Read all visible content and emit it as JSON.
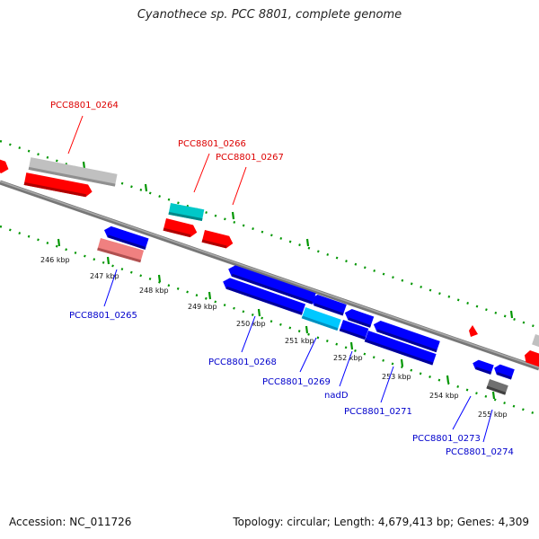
{
  "title": "Cyanothece sp. PCC 8801, complete genome",
  "accession": "Accession: NC_011726",
  "stats": "Topology: circular; Length: 4,679,413 bp; Genes: 4,309",
  "colors": {
    "forward": "#ff0000",
    "reverse": "#0000ff",
    "rna": "#00c8c8",
    "pseudo_forward": "#c0c0c0",
    "pseudo_reverse": "#f08080",
    "other": "#707070",
    "tick": "#009600",
    "backbone": "#777777"
  },
  "scale_labels": [
    "246 kbp",
    "247 kbp",
    "248 kbp",
    "249 kbp",
    "250 kbp",
    "251 kbp",
    "252 kbp",
    "253 kbp",
    "254 kbp",
    "255 kbp"
  ],
  "labels": {
    "top": [
      "PCC8801_0264",
      "PCC8801_0266",
      "PCC8801_0267"
    ],
    "bottom": [
      "PCC8801_0265",
      "PCC8801_0268",
      "PCC8801_0269",
      "nadD",
      "PCC8801_0271",
      "PCC8801_0273",
      "PCC8801_0274"
    ]
  }
}
